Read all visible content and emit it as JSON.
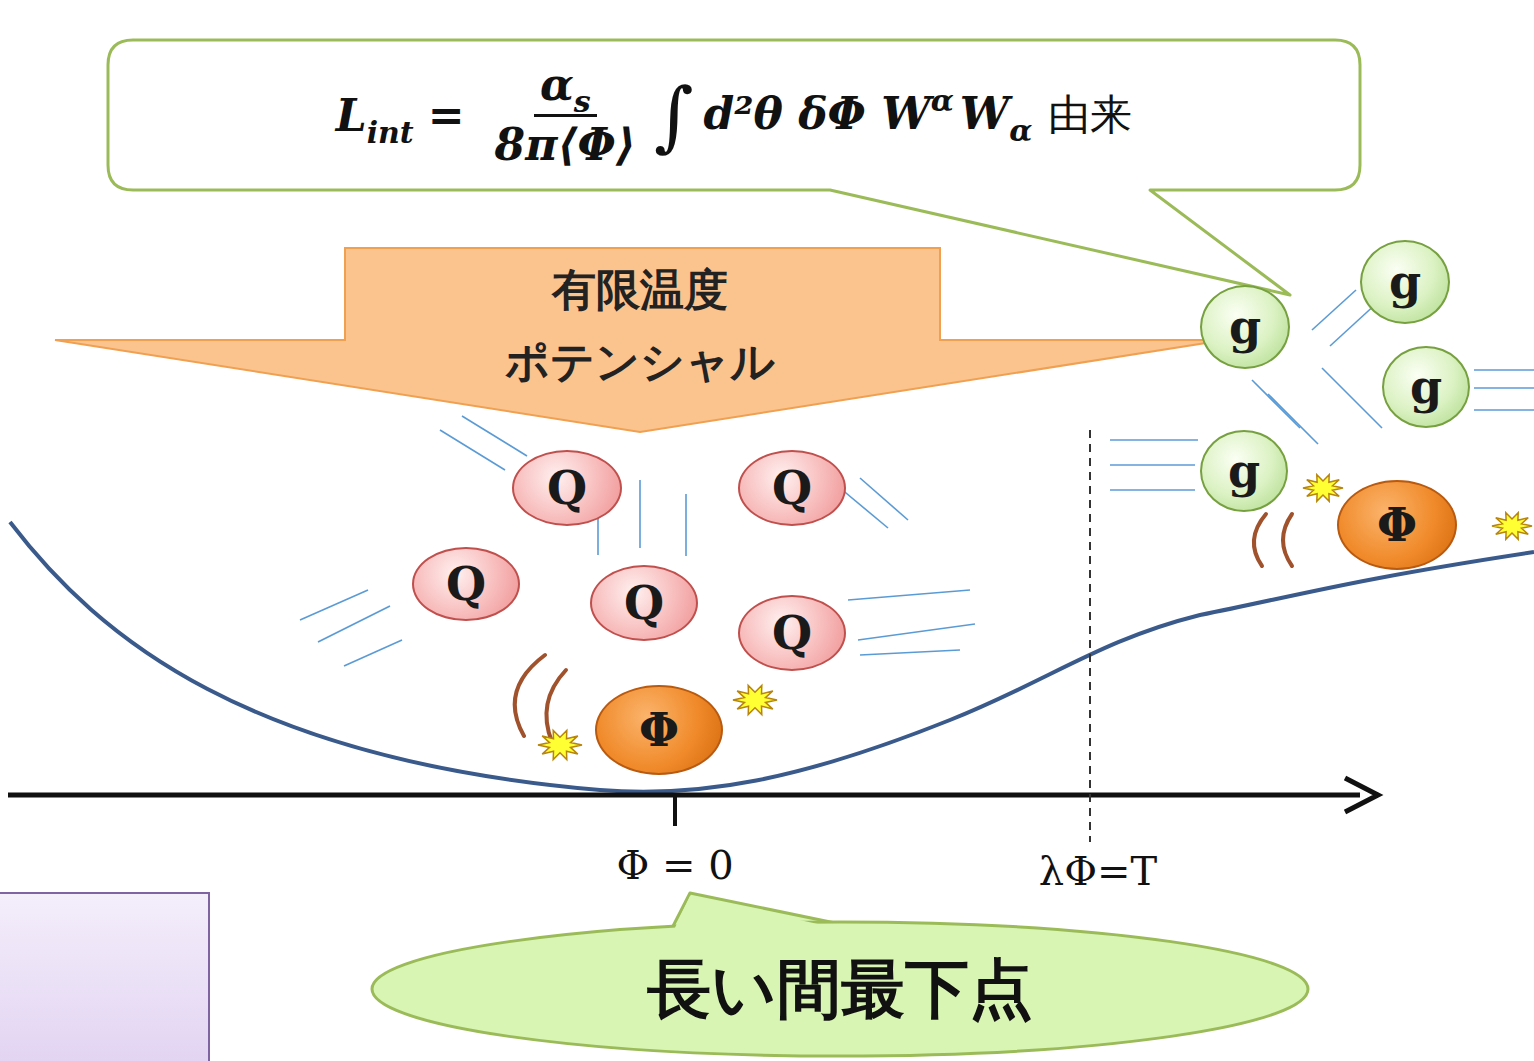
{
  "diagram": {
    "nodes": [
      {
        "text": [
          "L",
          "int",
          "=",
          "α",
          "s",
          "8π⟨Φ⟩",
          "∫",
          "d²θ δΦ W",
          "α",
          "W",
          "α",
          "由来"
        ]
      },
      {
        "text": [
          "有限温度 ポテンシャル"
        ]
      },
      {
        "text": [
          "Q"
        ]
      },
      {
        "text": [
          "Q"
        ]
      },
      {
        "text": [
          "Q"
        ]
      },
      {
        "text": [
          "Q"
        ]
      },
      {
        "text": [
          "Q"
        ]
      },
      {
        "text": [
          "g"
        ]
      },
      {
        "text": [
          "g"
        ]
      },
      {
        "text": [
          "g"
        ]
      },
      {
        "text": [
          "g"
        ]
      },
      {
        "text": [
          "Φ"
        ]
      },
      {
        "text": [
          "Φ"
        ]
      },
      {
        "text": [
          "長い間最下点"
        ]
      }
    ],
    "labels": [
      "Φ = 0",
      "λΦ=T"
    ]
  }
}
